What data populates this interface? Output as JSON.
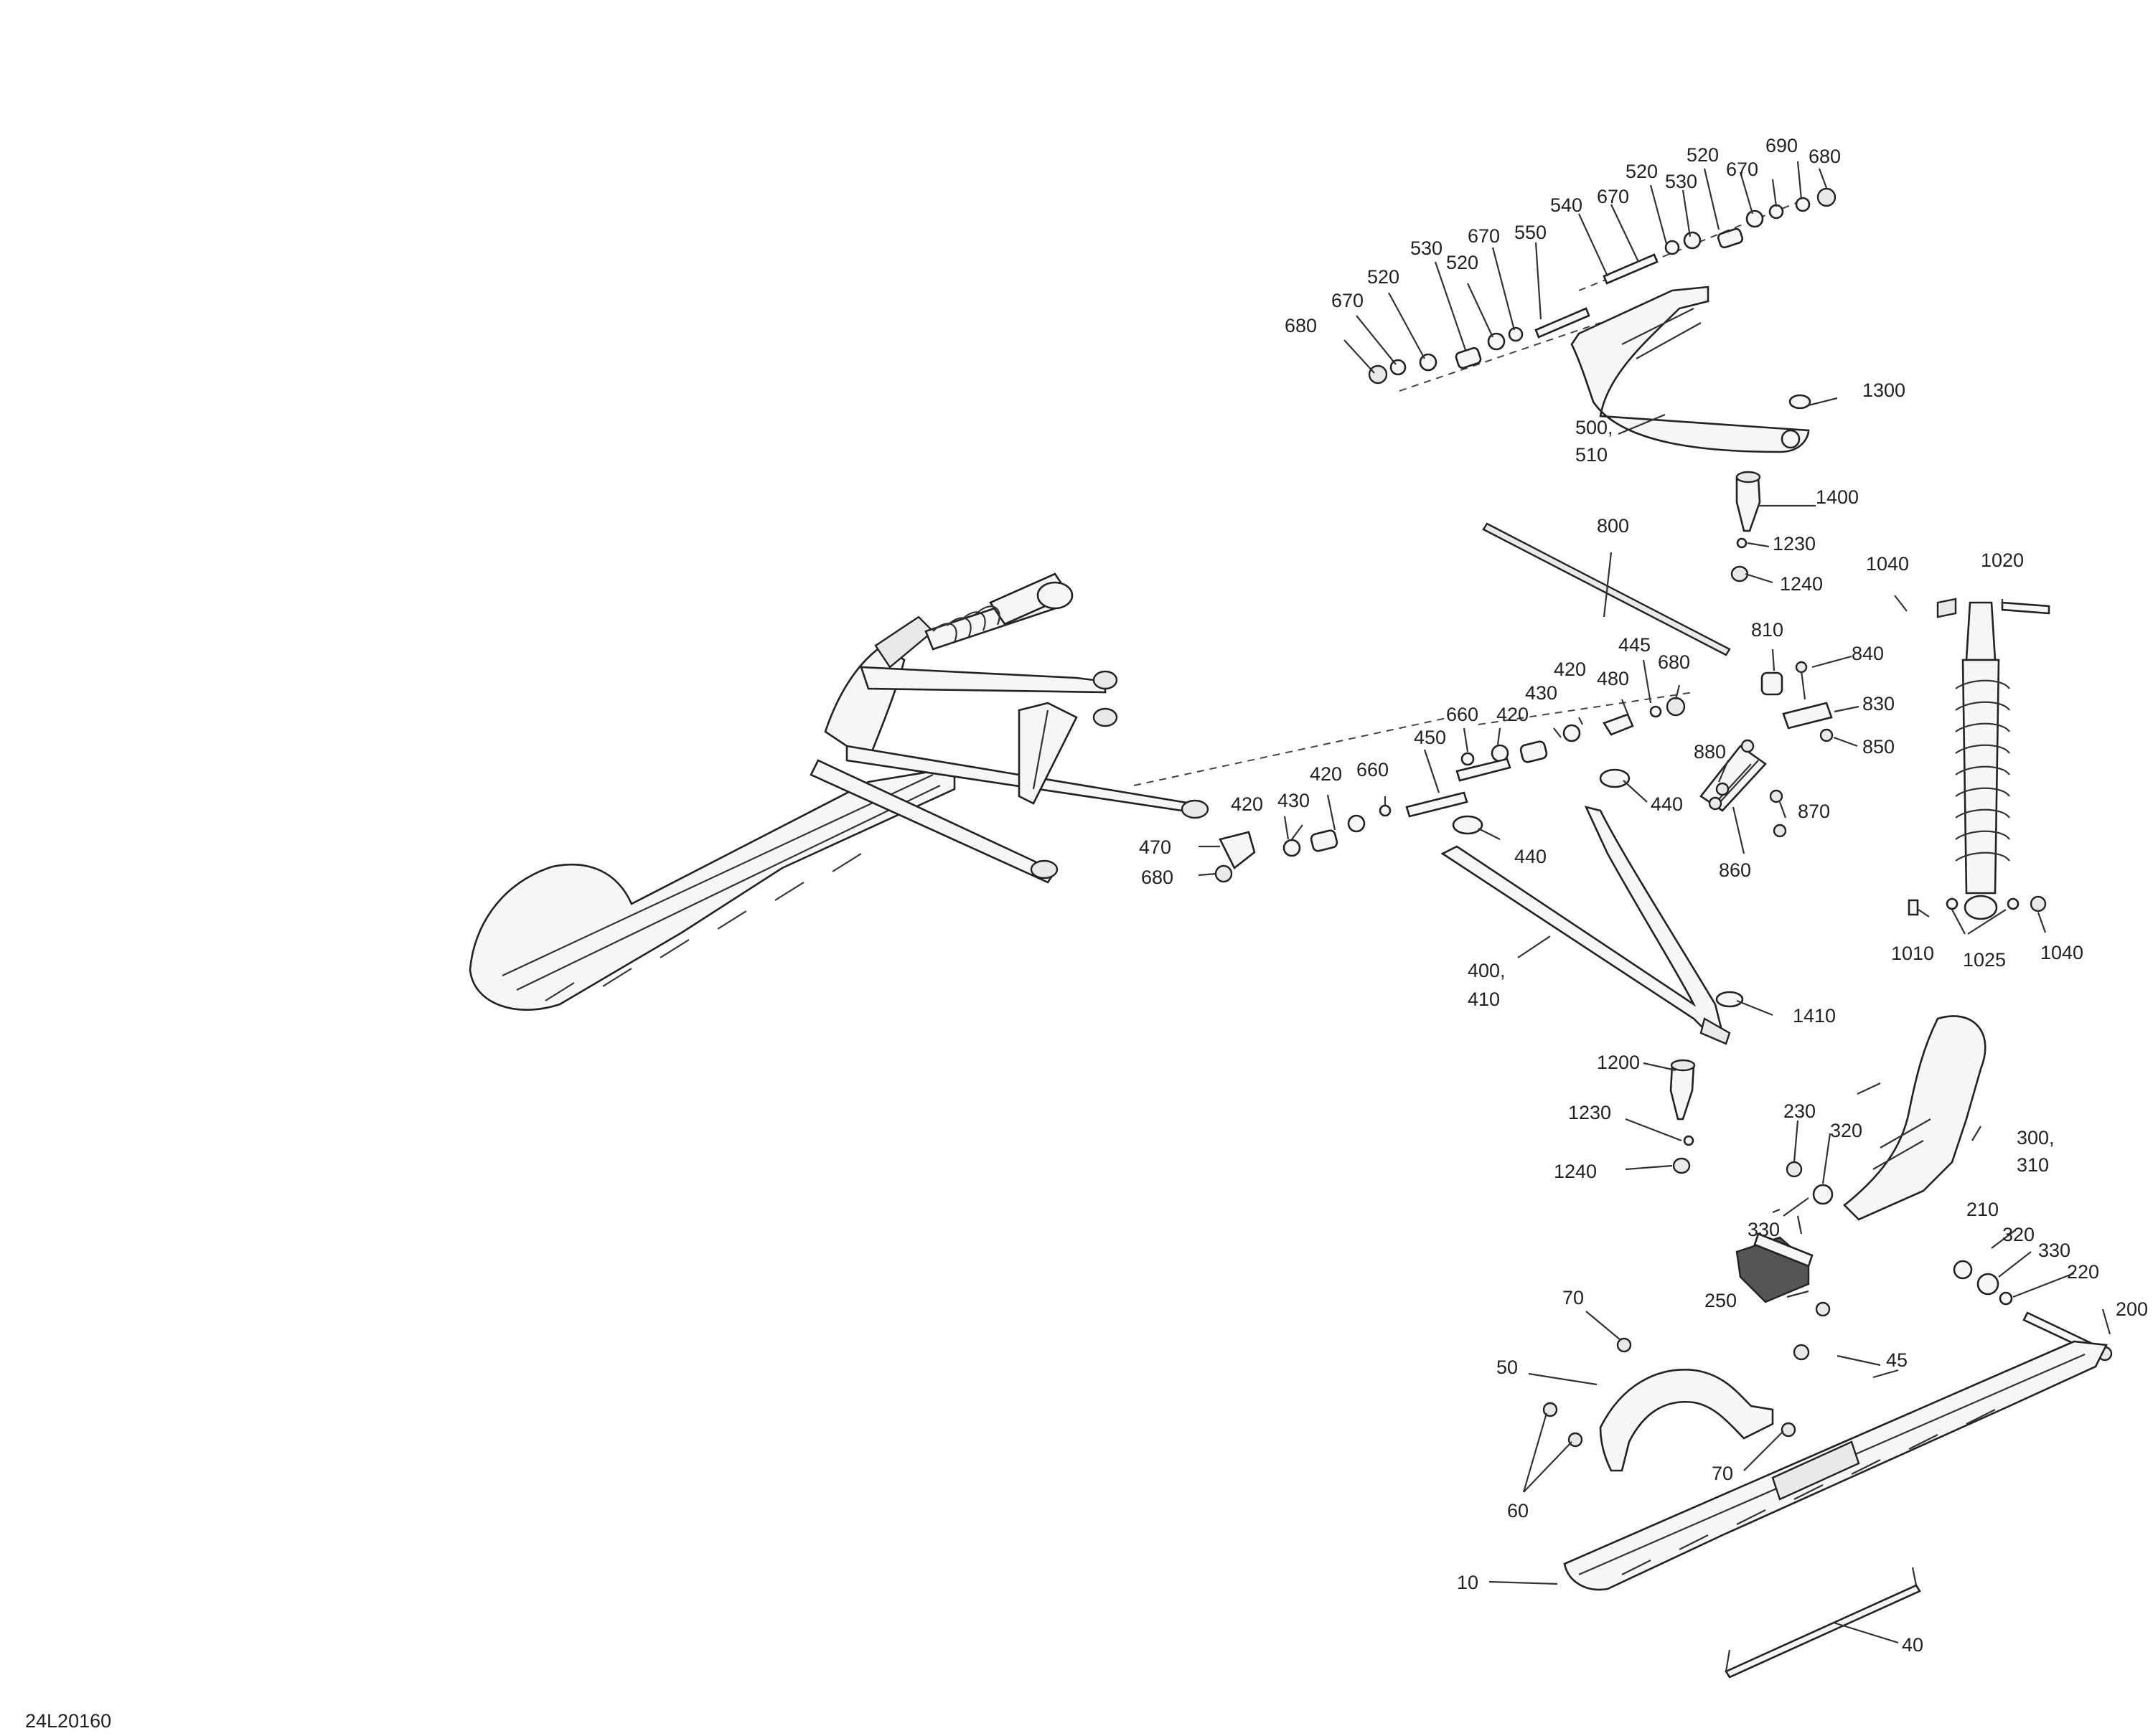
{
  "diagram_code": "24L20160",
  "callouts": [
    {
      "id": "c680a",
      "text": "680"
    },
    {
      "id": "c670a",
      "text": "670"
    },
    {
      "id": "c520a",
      "text": "520"
    },
    {
      "id": "c530a",
      "text": "530"
    },
    {
      "id": "c520b",
      "text": "520"
    },
    {
      "id": "c670b",
      "text": "670"
    },
    {
      "id": "c550",
      "text": "550"
    },
    {
      "id": "c540",
      "text": "540"
    },
    {
      "id": "c670c",
      "text": "670"
    },
    {
      "id": "c520c",
      "text": "520"
    },
    {
      "id": "c530b",
      "text": "530"
    },
    {
      "id": "c520d",
      "text": "520"
    },
    {
      "id": "c670d",
      "text": "670"
    },
    {
      "id": "c690",
      "text": "690"
    },
    {
      "id": "c680b",
      "text": "680"
    },
    {
      "id": "c1300",
      "text": "1300"
    },
    {
      "id": "c500",
      "text": "500,"
    },
    {
      "id": "c510",
      "text": "510"
    },
    {
      "id": "c1400",
      "text": "1400"
    },
    {
      "id": "c800",
      "text": "800"
    },
    {
      "id": "c1230a",
      "text": "1230"
    },
    {
      "id": "c1240a",
      "text": "1240"
    },
    {
      "id": "c1040a",
      "text": "1040"
    },
    {
      "id": "c1020",
      "text": "1020"
    },
    {
      "id": "c810",
      "text": "810"
    },
    {
      "id": "c840",
      "text": "840"
    },
    {
      "id": "c830",
      "text": "830"
    },
    {
      "id": "c850",
      "text": "850"
    },
    {
      "id": "c880",
      "text": "880"
    },
    {
      "id": "c870",
      "text": "870"
    },
    {
      "id": "c860",
      "text": "860"
    },
    {
      "id": "c445",
      "text": "445"
    },
    {
      "id": "c420a",
      "text": "420"
    },
    {
      "id": "c480",
      "text": "480"
    },
    {
      "id": "c680c",
      "text": "680"
    },
    {
      "id": "c430a",
      "text": "430"
    },
    {
      "id": "c660a",
      "text": "660"
    },
    {
      "id": "c420b",
      "text": "420"
    },
    {
      "id": "c440a",
      "text": "440"
    },
    {
      "id": "c450",
      "text": "450"
    },
    {
      "id": "c420c",
      "text": "420"
    },
    {
      "id": "c660b",
      "text": "660"
    },
    {
      "id": "c420d",
      "text": "420"
    },
    {
      "id": "c430b",
      "text": "430"
    },
    {
      "id": "c470",
      "text": "470"
    },
    {
      "id": "c680d",
      "text": "680"
    },
    {
      "id": "c440b",
      "text": "440"
    },
    {
      "id": "c400",
      "text": "400,"
    },
    {
      "id": "c410",
      "text": "410"
    },
    {
      "id": "c1410",
      "text": "1410"
    },
    {
      "id": "c1010",
      "text": "1010"
    },
    {
      "id": "c1025",
      "text": "1025"
    },
    {
      "id": "c1040b",
      "text": "1040"
    },
    {
      "id": "c1200",
      "text": "1200"
    },
    {
      "id": "c1230b",
      "text": "1230"
    },
    {
      "id": "c1240b",
      "text": "1240"
    },
    {
      "id": "c230",
      "text": "230"
    },
    {
      "id": "c320a",
      "text": "320"
    },
    {
      "id": "c300",
      "text": "300,"
    },
    {
      "id": "c310",
      "text": "310"
    },
    {
      "id": "c330a",
      "text": "330"
    },
    {
      "id": "c210",
      "text": "210"
    },
    {
      "id": "c320b",
      "text": "320"
    },
    {
      "id": "c330b",
      "text": "330"
    },
    {
      "id": "c220",
      "text": "220"
    },
    {
      "id": "c250",
      "text": "250"
    },
    {
      "id": "c200",
      "text": "200"
    },
    {
      "id": "c70a",
      "text": "70"
    },
    {
      "id": "c50",
      "text": "50"
    },
    {
      "id": "c45",
      "text": "45"
    },
    {
      "id": "c70b",
      "text": "70"
    },
    {
      "id": "c60",
      "text": "60"
    },
    {
      "id": "c10",
      "text": "10"
    },
    {
      "id": "c40",
      "text": "40"
    }
  ]
}
